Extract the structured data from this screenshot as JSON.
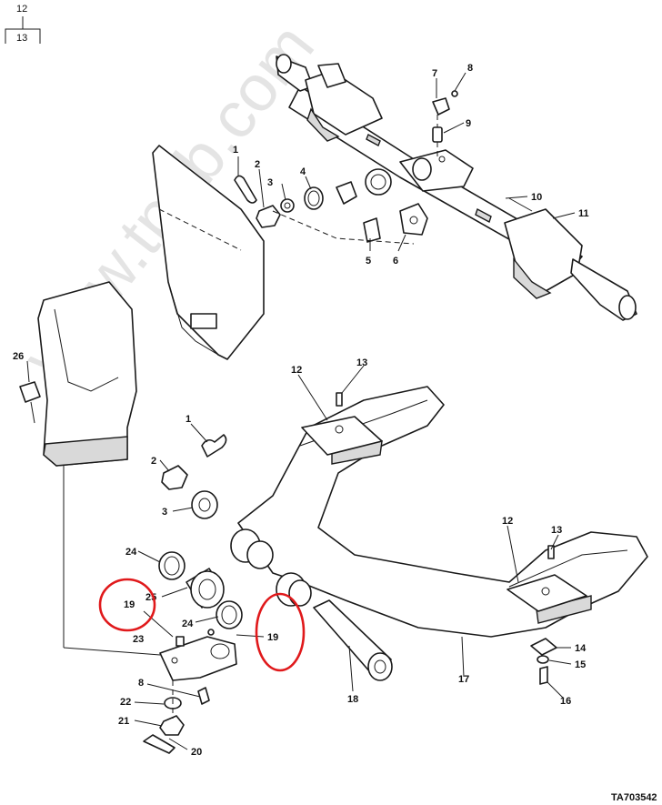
{
  "header": {
    "top": "12",
    "bottom": "13"
  },
  "watermark": "www.tpub.com",
  "figure_id": "TA703542",
  "highlight_color": "#e0191b",
  "callouts": [
    {
      "id": "c1a",
      "text": "1"
    },
    {
      "id": "c2a",
      "text": "2"
    },
    {
      "id": "c3a",
      "text": "3"
    },
    {
      "id": "c4",
      "text": "4"
    },
    {
      "id": "c5",
      "text": "5"
    },
    {
      "id": "c6",
      "text": "6"
    },
    {
      "id": "c7",
      "text": "7"
    },
    {
      "id": "c8a",
      "text": "8"
    },
    {
      "id": "c9",
      "text": "9"
    },
    {
      "id": "c10",
      "text": "10"
    },
    {
      "id": "c11",
      "text": "11"
    },
    {
      "id": "c12a",
      "text": "12"
    },
    {
      "id": "c13a",
      "text": "13"
    },
    {
      "id": "c26",
      "text": "26"
    },
    {
      "id": "c1b",
      "text": "1"
    },
    {
      "id": "c2b",
      "text": "2"
    },
    {
      "id": "c3b",
      "text": "3"
    },
    {
      "id": "c24a",
      "text": "24"
    },
    {
      "id": "c25",
      "text": "25"
    },
    {
      "id": "c19a",
      "text": "19"
    },
    {
      "id": "c24b",
      "text": "24"
    },
    {
      "id": "c19b",
      "text": "19"
    },
    {
      "id": "c23",
      "text": "23"
    },
    {
      "id": "c8b",
      "text": "8"
    },
    {
      "id": "c22",
      "text": "22"
    },
    {
      "id": "c21",
      "text": "21"
    },
    {
      "id": "c20",
      "text": "20"
    },
    {
      "id": "c18",
      "text": "18"
    },
    {
      "id": "c17",
      "text": "17"
    },
    {
      "id": "c12b",
      "text": "12"
    },
    {
      "id": "c13b",
      "text": "13"
    },
    {
      "id": "c14",
      "text": "14"
    },
    {
      "id": "c15",
      "text": "15"
    },
    {
      "id": "c16",
      "text": "16"
    }
  ]
}
